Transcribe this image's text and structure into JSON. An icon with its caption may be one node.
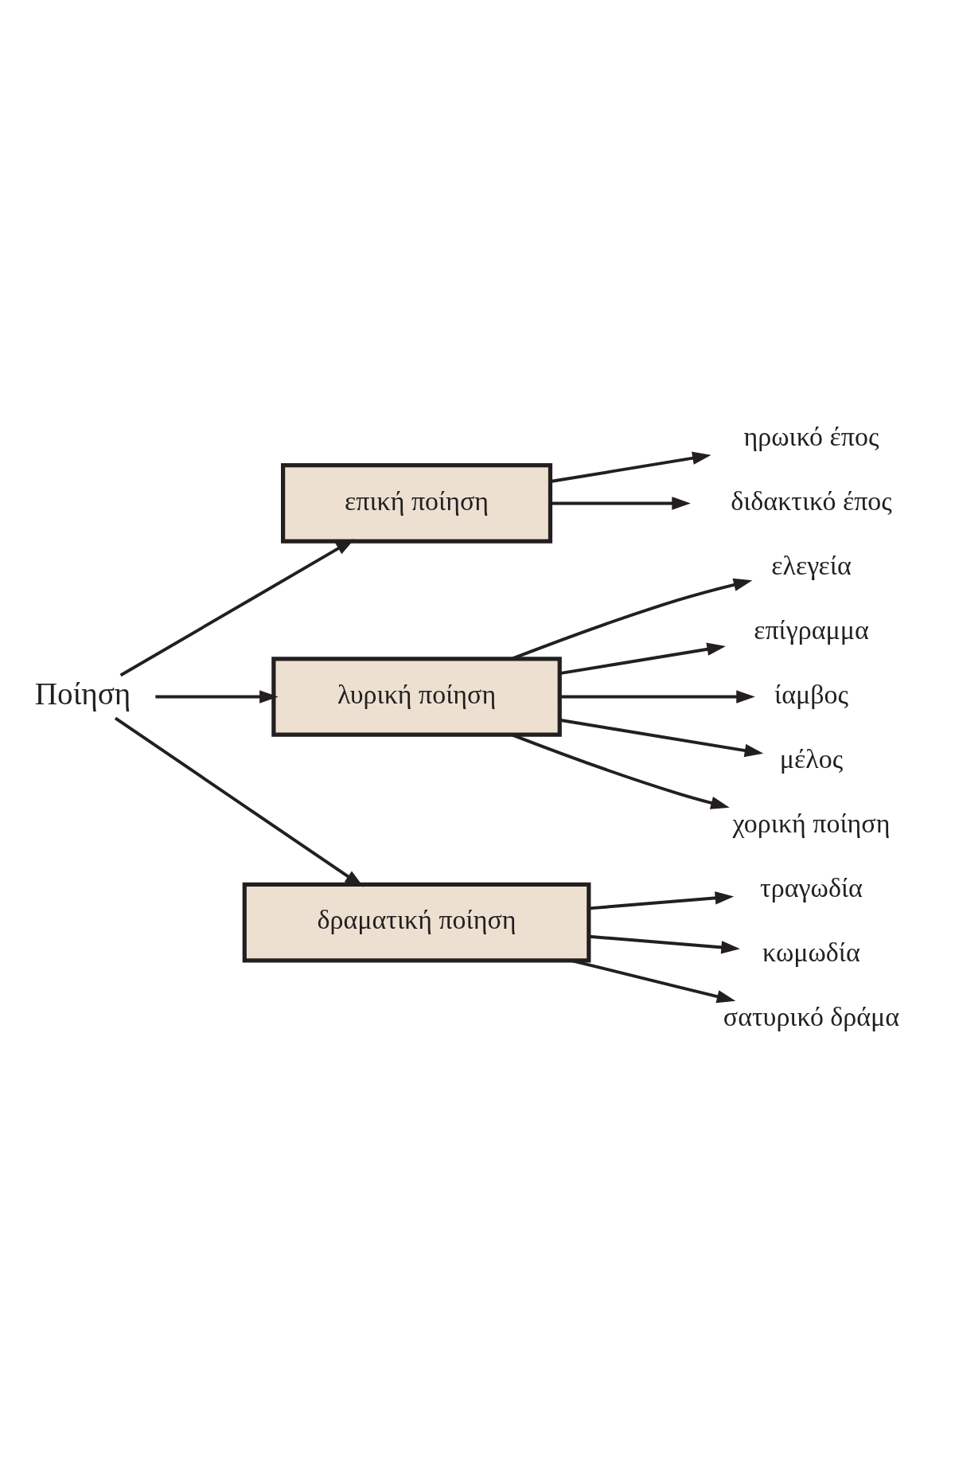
{
  "diagram": {
    "nodes": [
      {
        "text": [
          "Ποίηση"
        ]
      },
      {
        "text": [
          "επική ποίηση"
        ]
      },
      {
        "text": [
          "λυρική ποίηση"
        ]
      },
      {
        "text": [
          "δραματική ποίηση"
        ]
      },
      {
        "text": [
          "ηρωικό έπος"
        ]
      },
      {
        "text": [
          "διδακτικό έπος"
        ]
      },
      {
        "text": [
          "ελεγεία"
        ]
      },
      {
        "text": [
          "επίγραμμα"
        ]
      },
      {
        "text": [
          "ίαμβος"
        ]
      },
      {
        "text": [
          "μέλος"
        ]
      },
      {
        "text": [
          "χορική ποίηση"
        ]
      },
      {
        "text": [
          "τραγωδία"
        ]
      },
      {
        "text": [
          "κωμωδία"
        ]
      },
      {
        "text": [
          "σατυρικό δράμα"
        ]
      }
    ],
    "edges": [
      {
        "from": 0,
        "to": 1,
        "arrow": "to"
      },
      {
        "from": 0,
        "to": 2,
        "arrow": "to"
      },
      {
        "from": 0,
        "to": 3,
        "arrow": "to"
      },
      {
        "from": 1,
        "to": 4,
        "arrow": "to"
      },
      {
        "from": 1,
        "to": 5,
        "arrow": "to"
      },
      {
        "from": 2,
        "to": 6,
        "arrow": "to"
      },
      {
        "from": 2,
        "to": 7,
        "arrow": "to"
      },
      {
        "from": 2,
        "to": 8,
        "arrow": "to"
      },
      {
        "from": 2,
        "to": 9,
        "arrow": "to"
      },
      {
        "from": 2,
        "to": 10,
        "arrow": "to"
      },
      {
        "from": 3,
        "to": 11,
        "arrow": "to"
      },
      {
        "from": 3,
        "to": 12,
        "arrow": "to"
      },
      {
        "from": 3,
        "to": 13,
        "arrow": "to"
      }
    ]
  }
}
